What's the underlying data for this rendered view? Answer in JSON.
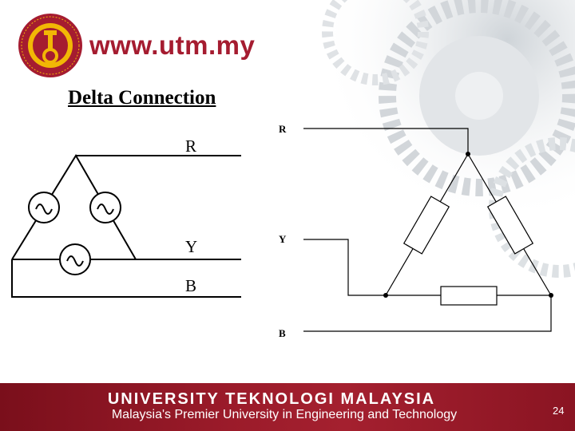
{
  "header": {
    "url": "www.utm.my"
  },
  "slide": {
    "title": "Delta Connection",
    "page_number": "24"
  },
  "left_diagram": {
    "labels": {
      "r": "R",
      "y": "Y",
      "b": "B"
    }
  },
  "right_diagram": {
    "labels": {
      "r": "R",
      "y": "Y",
      "b": "B"
    }
  },
  "footer": {
    "title": "UNIVERSITY  TEKNOLOGI  MALAYSIA",
    "tagline": "Malaysia's Premier University in Engineering and Technology"
  },
  "colors": {
    "brand_red": "#a51c30",
    "footer_red": "#9b1b2a",
    "line": "#000000"
  }
}
